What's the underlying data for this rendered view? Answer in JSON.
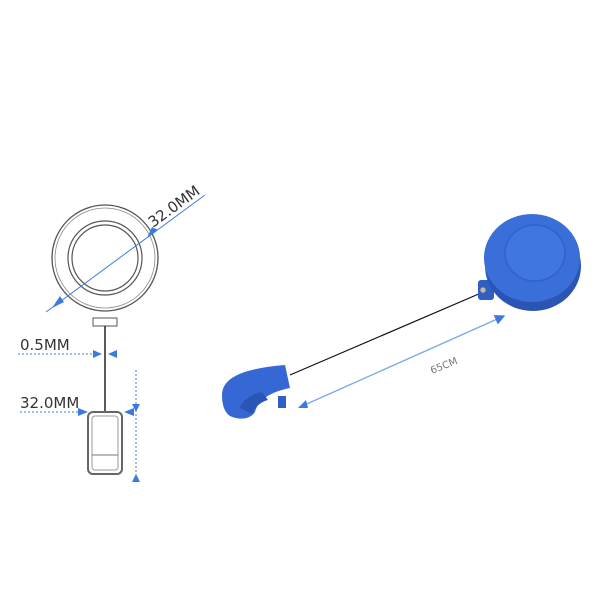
{
  "diagram": {
    "diameter_label": "32.0MM",
    "cord_thickness_label": "0.5MM",
    "clip_label": "32.0MM",
    "cord_length_label": "65CM"
  },
  "colors": {
    "product_blue": "#3568d4",
    "product_blue_dark": "#2a55b5",
    "dimension_blue": "#3a7be0",
    "outline": "#555555"
  }
}
